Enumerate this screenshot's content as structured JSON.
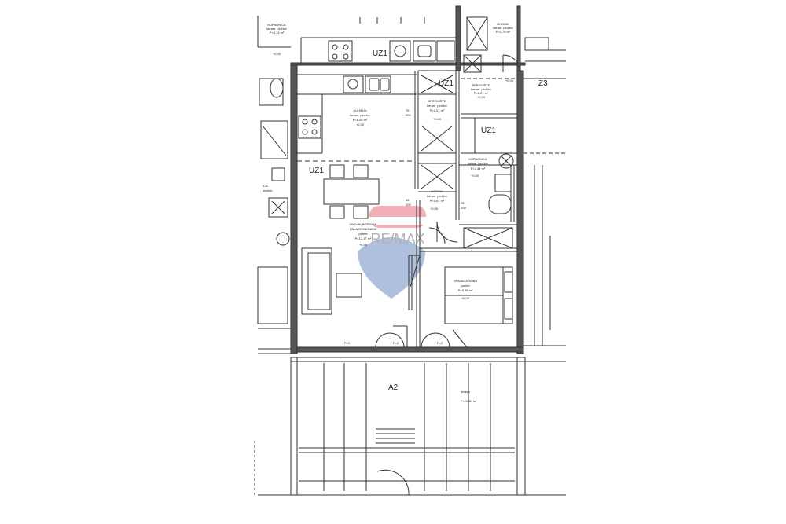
{
  "rooms": {
    "kupaonica_tl": {
      "name": "KUPAONICA",
      "line2": "keram. pločice",
      "area": "P=4,13 m²",
      "height": "+0,00"
    },
    "hodnik_tr": {
      "name": "HODNIK",
      "line2": "keram. pločice",
      "area": "P=2,79 m²",
      "height": "+0,00"
    },
    "spremiste_tr": {
      "name": "SPREMIŠTE",
      "line2": "keram. pločice",
      "area": "P=2,21 m²",
      "height": "+0,00"
    },
    "kuhinja": {
      "name": "KUHINJA",
      "line2": "keram. pločice",
      "area": "P=8,05 m²",
      "height": "+0,00"
    },
    "spremiste": {
      "name": "SPREMIŠTE",
      "line2": "keram. pločice",
      "area": "P=2,07 m²",
      "height": "+0,00"
    },
    "kupaonica": {
      "name": "KUPAONICA",
      "line2": "keram. pločice",
      "area": "P=4,34 m²",
      "height": "+0,00"
    },
    "hodnik": {
      "name": "HODNIK",
      "line2": "keram. pločice",
      "area": "P=1,67 m²",
      "height": "+0,00"
    },
    "dnevni": {
      "name": "DNEVNI BORAVAK",
      "line1b": "I BLAGOVAONICA",
      "line2": "parket",
      "area": "P=17,17 m²",
      "height": "+0,00"
    },
    "spavaca": {
      "name": "SPAVAĆA SOBA",
      "line2": "parket",
      "area": "P=9,35 m²",
      "height": "+0,00"
    },
    "terasa": {
      "name": "terasa",
      "area": "P=21,50 m²"
    },
    "left_partial": {
      "name": "ICA",
      "line2": "pločice"
    }
  },
  "tags": {
    "uz1": "UZ1",
    "z3": "Z3",
    "a2": "A2",
    "door_w": "78",
    "door_h": "200",
    "door_w2": "88",
    "p0": "P=0",
    "p2": "P=2"
  },
  "watermark": {
    "text": "RE/MAX",
    "color": "#dc1c2e",
    "balloon_color": "#1a4ea1"
  }
}
